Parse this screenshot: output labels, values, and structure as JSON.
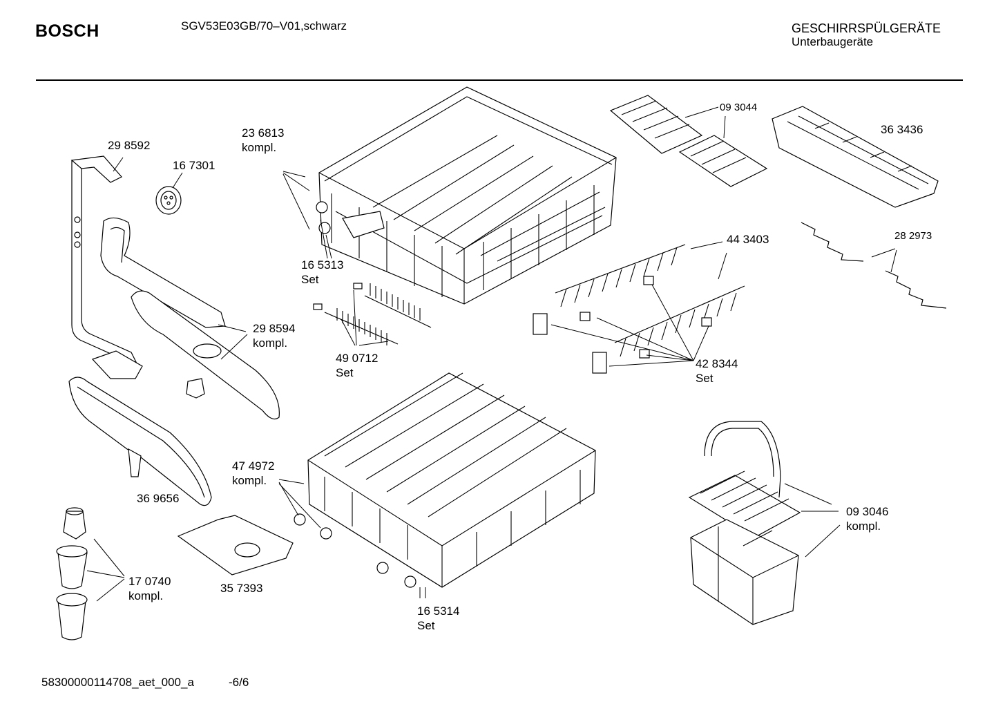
{
  "header": {
    "brand": "BOSCH",
    "model": "SGV53E03GB/70–V01,schwarz",
    "category": "GESCHIRRSPÜLGERÄTE",
    "subcategory": "Unterbaugeräte"
  },
  "footer": {
    "document_id": "58300000114708_aet_000_a",
    "page": "-6/6"
  },
  "parts": [
    {
      "number": "29 8592",
      "note": ""
    },
    {
      "number": "16 7301",
      "note": ""
    },
    {
      "number": "23 6813",
      "note": "kompl."
    },
    {
      "number": "16 5313",
      "note": "Set"
    },
    {
      "number": "09 3044",
      "note": ""
    },
    {
      "number": "36 3436",
      "note": ""
    },
    {
      "number": "28 2973",
      "note": ""
    },
    {
      "number": "44 3403",
      "note": ""
    },
    {
      "number": "29 8594",
      "note": "kompl."
    },
    {
      "number": "49 0712",
      "note": "Set"
    },
    {
      "number": "42 8344",
      "note": "Set"
    },
    {
      "number": "47 4972",
      "note": "kompl."
    },
    {
      "number": "36 9656",
      "note": ""
    },
    {
      "number": "09 3046",
      "note": "kompl."
    },
    {
      "number": "17 0740",
      "note": "kompl."
    },
    {
      "number": "35 7393",
      "note": ""
    },
    {
      "number": "16 5314",
      "note": "Set"
    }
  ]
}
